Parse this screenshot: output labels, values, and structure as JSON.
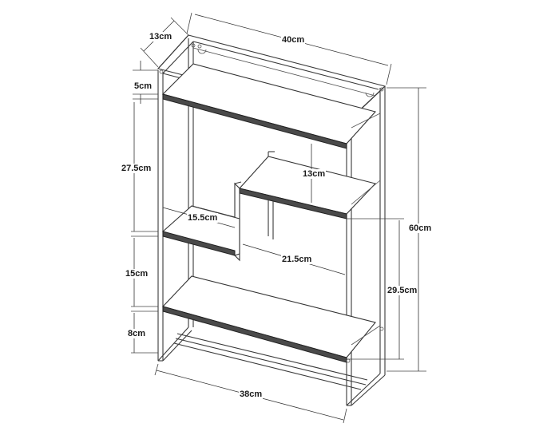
{
  "diagram": {
    "subject": "Wall shelf with metal frame and staggered shelves",
    "line_color": "#3a3a3a",
    "background": "#ffffff",
    "dimensions": {
      "depth": "13cm",
      "top_width": "40cm",
      "top_gap": "5cm",
      "upper_compartment": "27.5cm",
      "middle_shelf_offset": "13cm",
      "left_shelf_depth": "15.5cm",
      "middle_shelf_width": "21.5cm",
      "total_height": "60cm",
      "lower_compartment": "15cm",
      "right_lower_height": "29.5cm",
      "bottom_gap": "8cm",
      "bottom_width": "38cm"
    }
  }
}
